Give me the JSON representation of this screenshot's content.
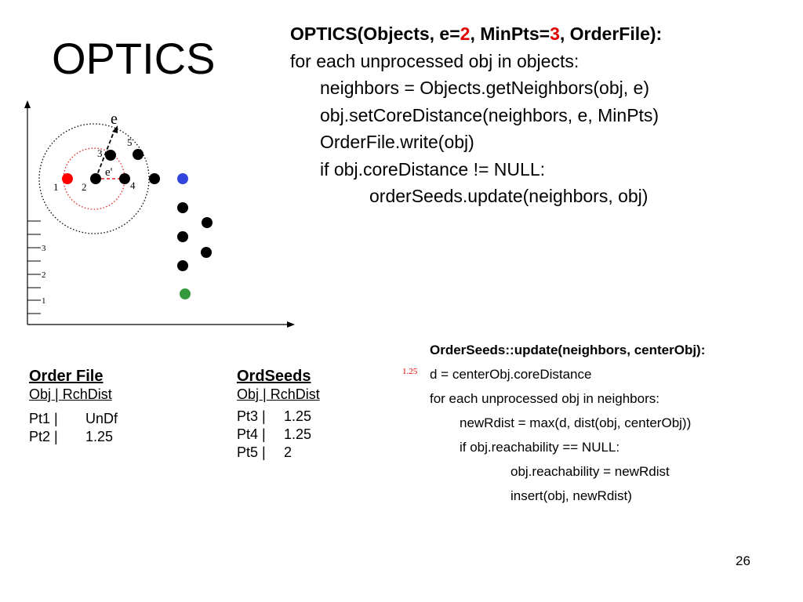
{
  "slide": {
    "title": "OPTICS",
    "page_number": "26"
  },
  "algorithm": {
    "header": {
      "prefix": "OPTICS(Objects, e=",
      "e_value": "2",
      "mid": ", MinPts=",
      "minpts_value": "3",
      "suffix": ", OrderFile):"
    },
    "accent_color": "#e00000",
    "lines": [
      "for each unprocessed obj in objects:",
      "neighbors = Objects.getNeighbors(obj, e)",
      "obj.setCoreDistance(neighbors, e, MinPts)",
      "OrderFile.write(obj)",
      "if obj.coreDistance != NULL:",
      "orderSeeds.update(neighbors, obj)"
    ]
  },
  "update_proc": {
    "header": "OrderSeeds::update(neighbors, centerObj):",
    "annotation": "1.25",
    "lines": [
      "d = centerObj.coreDistance",
      "for each unprocessed obj in neighbors:",
      "newRdist = max(d, dist(obj, centerObj))",
      "if obj.reachability == NULL:",
      "obj.reachability = newRdist",
      "insert(obj, newRdist)"
    ]
  },
  "order_file": {
    "title": "Order File",
    "columns": "Obj |  RchDist",
    "rows": [
      {
        "obj": "Pt1 |",
        "dist": "UnDf"
      },
      {
        "obj": "Pt2 |",
        "dist": "1.25"
      }
    ]
  },
  "ordseeds": {
    "title": "OrdSeeds",
    "columns": "Obj |  RchDist",
    "rows": [
      {
        "obj": "Pt3 |",
        "dist": "1.25"
      },
      {
        "obj": "Pt4 |",
        "dist": "1.25"
      },
      {
        "obj": "Pt5 |",
        "dist": "2"
      }
    ]
  },
  "diagram": {
    "e_label": "e",
    "e_prime_label": "e'",
    "point_labels": [
      "1",
      "2",
      "3",
      "4",
      "5"
    ],
    "axis_tick_labels": [
      "3",
      "2",
      "1"
    ],
    "colors": {
      "current_point": "#ff0000",
      "next_point": "#3344dd",
      "end_point": "#33993a",
      "inner_circle": "#e02020"
    }
  }
}
